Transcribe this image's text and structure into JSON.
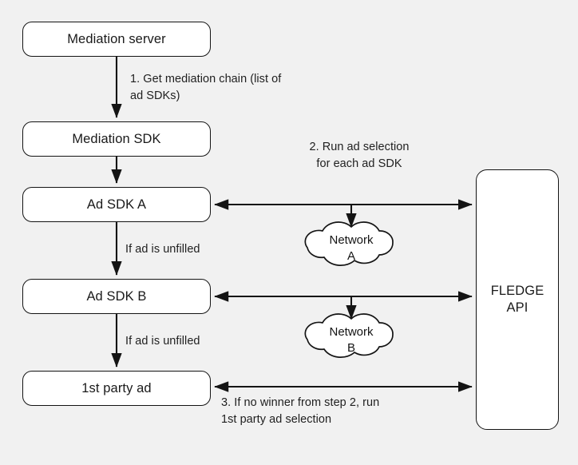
{
  "diagram": {
    "title": "Ad mediation chain with FLEDGE API ad selection",
    "background_color": "#f1f1f1",
    "stroke_color": "#141414",
    "node_fill_color": "#ffffff"
  },
  "nodes": {
    "mediation_server": {
      "label": "Mediation server"
    },
    "mediation_sdk": {
      "label": "Mediation SDK"
    },
    "ad_sdk_a": {
      "label": "Ad SDK A"
    },
    "ad_sdk_b": {
      "label": "Ad SDK B"
    },
    "first_party_ad": {
      "label": "1st party ad"
    },
    "fledge_api": {
      "line1": "FLEDGE",
      "line2": "API"
    },
    "network_a": {
      "line1": "Network",
      "line2": "A"
    },
    "network_b": {
      "line1": "Network",
      "line2": "B"
    }
  },
  "edge_labels": {
    "step_1": "1. Get mediation chain (list of ad SDKs)",
    "step_2": "2. Run ad selection\nfor each ad SDK",
    "step_3": "3. If no winner from step 2, run 1st party ad selection",
    "unfilled_a": "If ad is unfilled",
    "unfilled_b": "If ad is unfilled"
  },
  "icons": {
    "arrow_down": "arrow-down-icon",
    "arrow_bidirectional": "arrow-bidirectional-icon",
    "cloud": "cloud-icon"
  }
}
